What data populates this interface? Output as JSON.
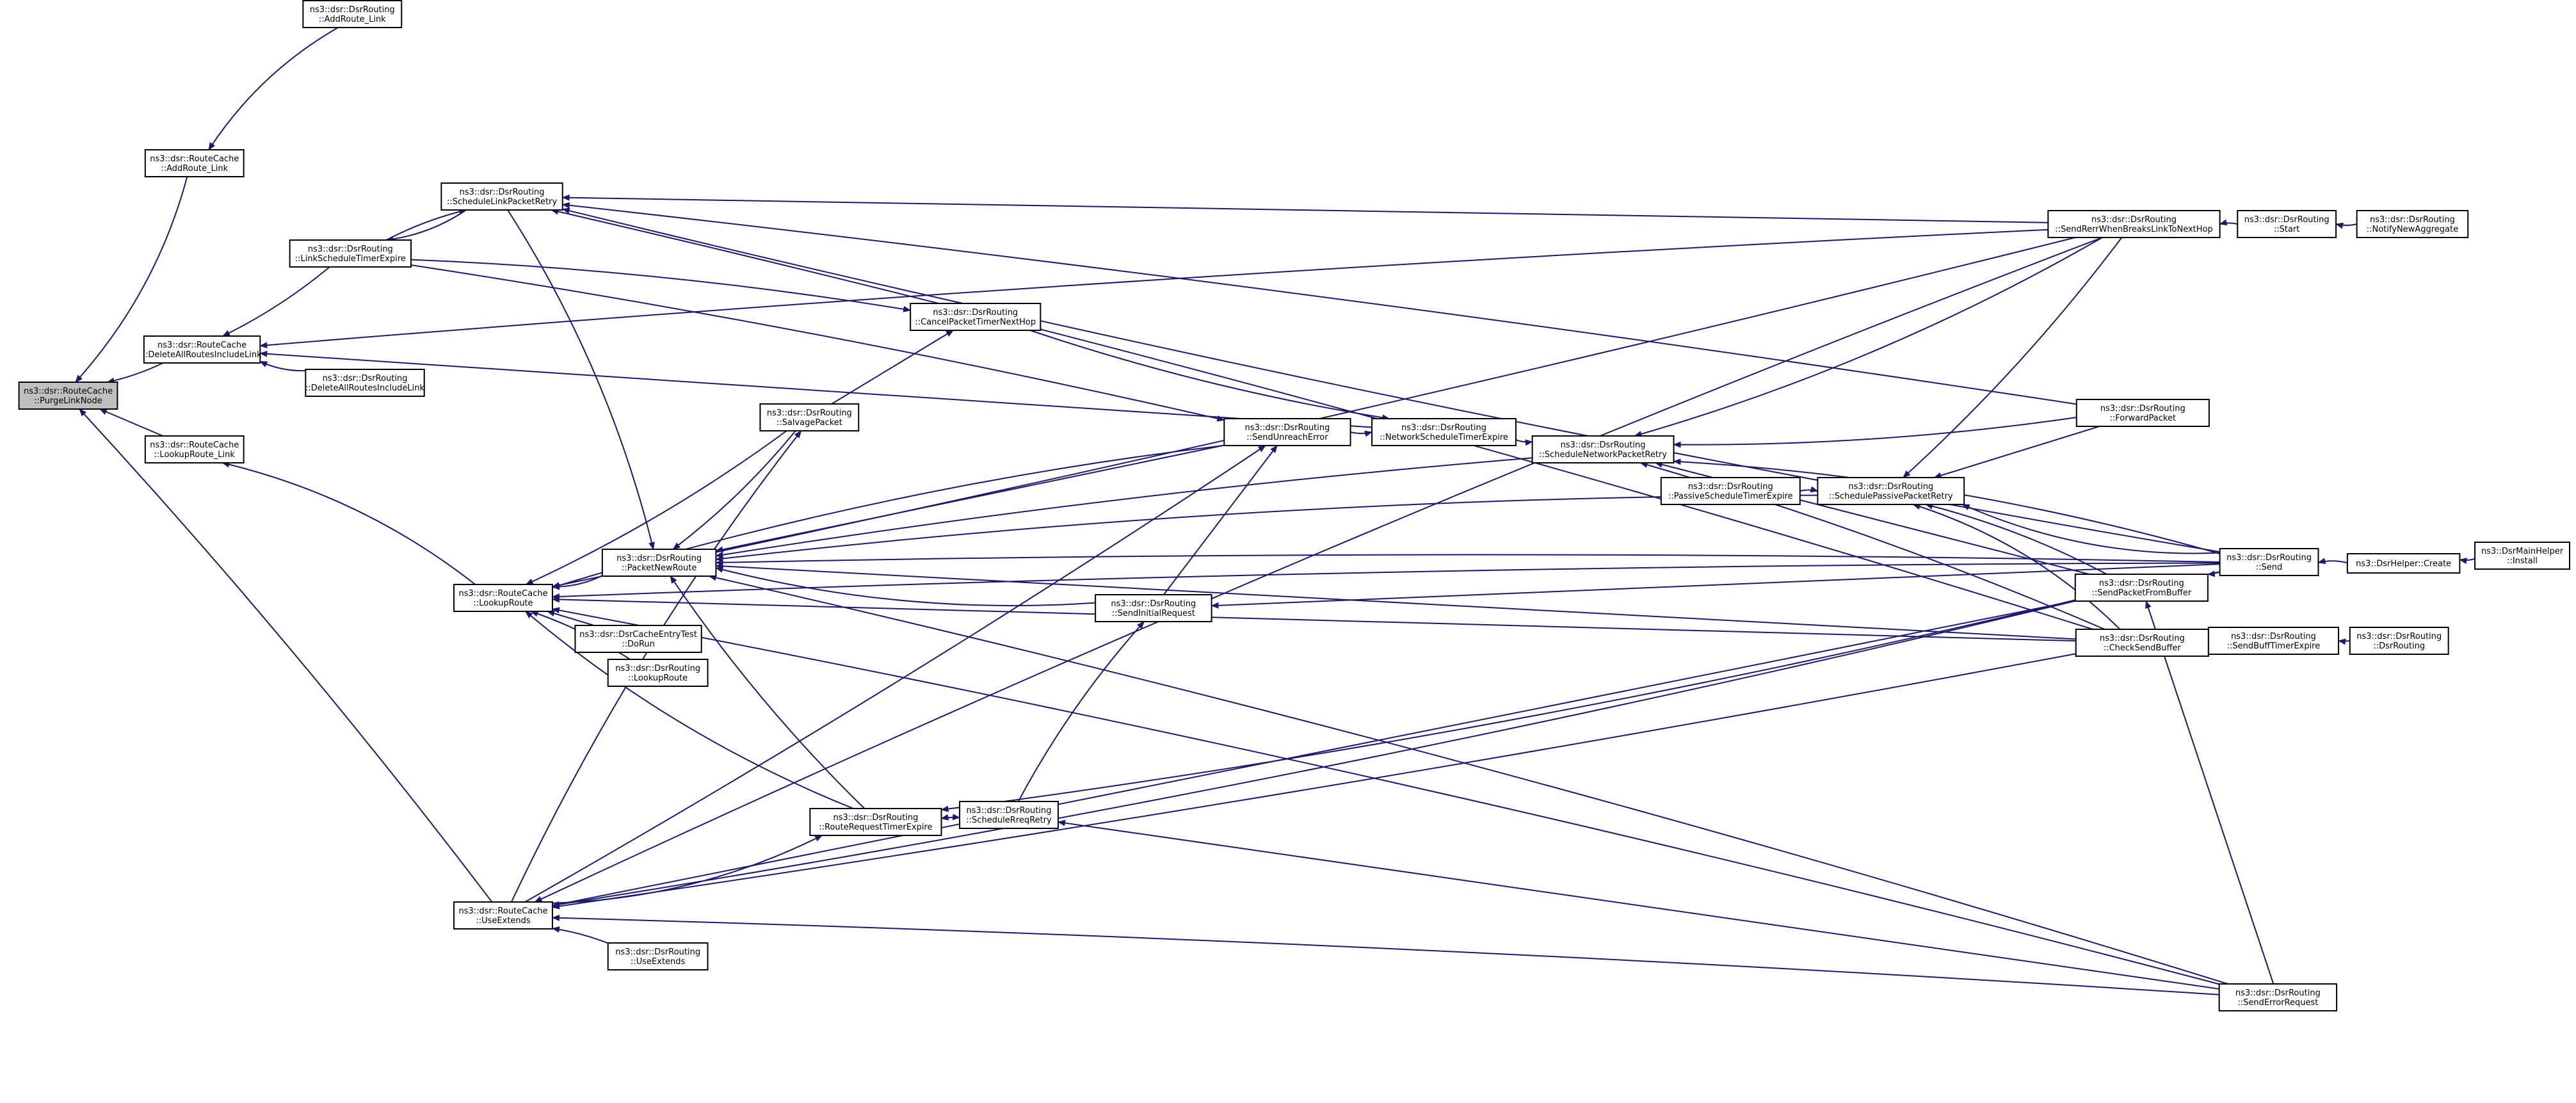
{
  "graph": {
    "nodes": [
      {
        "id": "n0",
        "lines": [
          "ns3::dsr::RouteCache",
          "::PurgeLinkNode"
        ],
        "highlight": true
      },
      {
        "id": "n1",
        "lines": [
          "ns3::dsr::RouteCache",
          "::AddRoute_Link"
        ]
      },
      {
        "id": "n2",
        "lines": [
          "ns3::dsr::DsrRouting",
          "::AddRoute_Link"
        ]
      },
      {
        "id": "n3",
        "lines": [
          "ns3::dsr::RouteCache",
          "::DeleteAllRoutesIncludeLink"
        ]
      },
      {
        "id": "n4",
        "lines": [
          "ns3::dsr::DsrRouting",
          "::DeleteAllRoutesIncludeLink"
        ]
      },
      {
        "id": "n5",
        "lines": [
          "ns3::dsr::RouteCache",
          "::LookupRoute_Link"
        ]
      },
      {
        "id": "n6",
        "lines": [
          "ns3::dsr::DsrRouting",
          "::LinkScheduleTimerExpire"
        ]
      },
      {
        "id": "n7",
        "lines": [
          "ns3::dsr::DsrRouting",
          "::ScheduleLinkPacketRetry"
        ]
      },
      {
        "id": "n8",
        "lines": [
          "ns3::dsr::DsrRouting",
          "::CancelPacketTimerNextHop"
        ]
      },
      {
        "id": "n9",
        "lines": [
          "ns3::dsr::RouteCache",
          "::LookupRoute"
        ]
      },
      {
        "id": "n10",
        "lines": [
          "ns3::dsr::DsrRouting",
          "::PacketNewRoute"
        ]
      },
      {
        "id": "n11",
        "lines": [
          "ns3::dsr::DsrRouting",
          "::SalvagePacket"
        ]
      },
      {
        "id": "n12",
        "lines": [
          "ns3::dsr::DsrCacheEntryTest",
          "::DoRun"
        ]
      },
      {
        "id": "n13",
        "lines": [
          "ns3::dsr::DsrRouting",
          "::LookupRoute"
        ]
      },
      {
        "id": "n14",
        "lines": [
          "ns3::dsr::DsrRouting",
          "::SendUnreachError"
        ]
      },
      {
        "id": "n15",
        "lines": [
          "ns3::dsr::DsrRouting",
          "::NetworkScheduleTimerExpire"
        ]
      },
      {
        "id": "n16",
        "lines": [
          "ns3::dsr::DsrRouting",
          "::ScheduleNetworkPacketRetry"
        ]
      },
      {
        "id": "n17",
        "lines": [
          "ns3::dsr::DsrRouting",
          "::PassiveScheduleTimerExpire"
        ]
      },
      {
        "id": "n18",
        "lines": [
          "ns3::dsr::DsrRouting",
          "::SchedulePassivePacketRetry"
        ]
      },
      {
        "id": "n19",
        "lines": [
          "ns3::dsr::DsrRouting",
          "::SendInitialRequest"
        ]
      },
      {
        "id": "n20",
        "lines": [
          "ns3::dsr::DsrRouting",
          "::RouteRequestTimerExpire"
        ]
      },
      {
        "id": "n21",
        "lines": [
          "ns3::dsr::DsrRouting",
          "::ScheduleRreqRetry"
        ]
      },
      {
        "id": "n22",
        "lines": [
          "ns3::dsr::RouteCache",
          "::UseExtends"
        ]
      },
      {
        "id": "n23",
        "lines": [
          "ns3::dsr::DsrRouting",
          "::UseExtends"
        ]
      },
      {
        "id": "n24",
        "lines": [
          "ns3::dsr::DsrRouting",
          "::SendRerrWhenBreaksLinkToNextHop"
        ]
      },
      {
        "id": "n25",
        "lines": [
          "ns3::dsr::DsrRouting",
          "::Start"
        ]
      },
      {
        "id": "n26",
        "lines": [
          "ns3::dsr::DsrRouting",
          "::NotifyNewAggregate"
        ]
      },
      {
        "id": "n27",
        "lines": [
          "ns3::dsr::DsrRouting",
          "::ForwardPacket"
        ]
      },
      {
        "id": "n28",
        "lines": [
          "ns3::dsr::DsrRouting",
          "::SendPacketFromBuffer"
        ]
      },
      {
        "id": "n29",
        "lines": [
          "ns3::dsr::DsrRouting",
          "::CheckSendBuffer"
        ]
      },
      {
        "id": "n30",
        "lines": [
          "ns3::dsr::DsrRouting",
          "::Send"
        ]
      },
      {
        "id": "n31",
        "lines": [
          "ns3::DsrHelper::Create"
        ]
      },
      {
        "id": "n32",
        "lines": [
          "ns3::DsrMainHelper",
          "::Install"
        ]
      },
      {
        "id": "n33",
        "lines": [
          "ns3::dsr::DsrRouting",
          "::SendBuffTimerExpire"
        ]
      },
      {
        "id": "n34",
        "lines": [
          "ns3::dsr::DsrRouting",
          "::DsrRouting"
        ]
      },
      {
        "id": "n35",
        "lines": [
          "ns3::dsr::DsrRouting",
          "::SendErrorRequest"
        ]
      }
    ],
    "edges": [
      [
        "n1",
        "n0"
      ],
      [
        "n3",
        "n0"
      ],
      [
        "n5",
        "n0"
      ],
      [
        "n22",
        "n0"
      ],
      [
        "n2",
        "n1"
      ],
      [
        "n4",
        "n3"
      ],
      [
        "n6",
        "n3"
      ],
      [
        "n15",
        "n3"
      ],
      [
        "n24",
        "n3"
      ],
      [
        "n9",
        "n5"
      ],
      [
        "n7",
        "n6"
      ],
      [
        "n6",
        "n7"
      ],
      [
        "n24",
        "n7"
      ],
      [
        "n27",
        "n7"
      ],
      [
        "n29",
        "n7"
      ],
      [
        "n30",
        "n7"
      ],
      [
        "n6",
        "n8"
      ],
      [
        "n11",
        "n8"
      ],
      [
        "n8",
        "n15"
      ],
      [
        "n14",
        "n15"
      ],
      [
        "n10",
        "n9"
      ],
      [
        "n11",
        "n9"
      ],
      [
        "n12",
        "n9"
      ],
      [
        "n13",
        "n9"
      ],
      [
        "n14",
        "n9"
      ],
      [
        "n20",
        "n9"
      ],
      [
        "n24",
        "n9"
      ],
      [
        "n29",
        "n9"
      ],
      [
        "n30",
        "n9"
      ],
      [
        "n35",
        "n9"
      ],
      [
        "n7",
        "n10"
      ],
      [
        "n11",
        "n10"
      ],
      [
        "n14",
        "n10"
      ],
      [
        "n16",
        "n10"
      ],
      [
        "n18",
        "n10"
      ],
      [
        "n19",
        "n10"
      ],
      [
        "n20",
        "n10"
      ],
      [
        "n29",
        "n10"
      ],
      [
        "n30",
        "n10"
      ],
      [
        "n35",
        "n10"
      ],
      [
        "n22",
        "n11"
      ],
      [
        "n6",
        "n14"
      ],
      [
        "n19",
        "n14"
      ],
      [
        "n22",
        "n14"
      ],
      [
        "n15",
        "n16"
      ],
      [
        "n24",
        "n16"
      ],
      [
        "n27",
        "n16"
      ],
      [
        "n28",
        "n16"
      ],
      [
        "n29",
        "n16"
      ],
      [
        "n30",
        "n16"
      ],
      [
        "n17",
        "n18"
      ],
      [
        "n24",
        "n18"
      ],
      [
        "n27",
        "n18"
      ],
      [
        "n28",
        "n18"
      ],
      [
        "n29",
        "n18"
      ],
      [
        "n30",
        "n18"
      ],
      [
        "n21",
        "n19"
      ],
      [
        "n30",
        "n19"
      ],
      [
        "n21",
        "n20"
      ],
      [
        "n22",
        "n20"
      ],
      [
        "n28",
        "n20"
      ],
      [
        "n20",
        "n21"
      ],
      [
        "n35",
        "n21"
      ],
      [
        "n23",
        "n22"
      ],
      [
        "n24",
        "n22"
      ],
      [
        "n28",
        "n22"
      ],
      [
        "n29",
        "n22"
      ],
      [
        "n30",
        "n22"
      ],
      [
        "n35",
        "n22"
      ],
      [
        "n25",
        "n24"
      ],
      [
        "n26",
        "n25"
      ],
      [
        "n30",
        "n28"
      ],
      [
        "n35",
        "n28"
      ],
      [
        "n33",
        "n29"
      ],
      [
        "n31",
        "n30"
      ],
      [
        "n32",
        "n31"
      ],
      [
        "n34",
        "n33"
      ]
    ]
  }
}
